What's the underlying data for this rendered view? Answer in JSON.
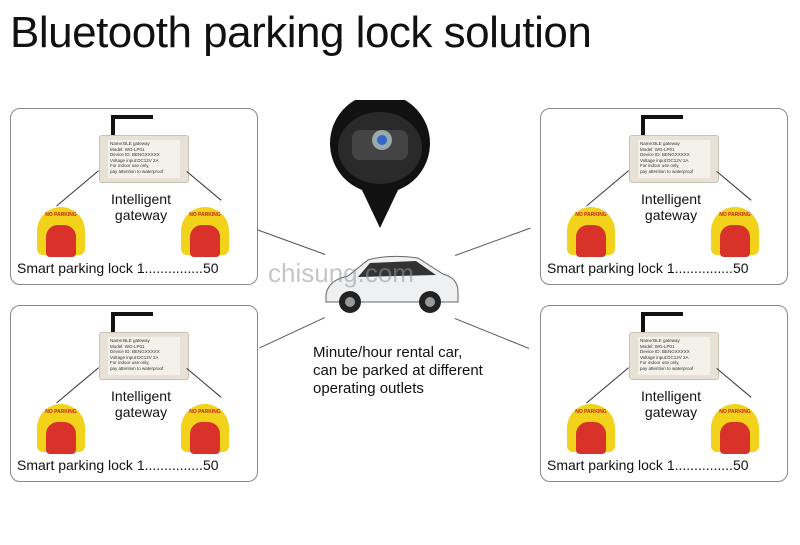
{
  "title": "Bluetooth  parking lock solution",
  "watermark": "chisung.com",
  "center_text": [
    "Minute/hour rental car,",
    "can be parked at different",
    "operating outlets"
  ],
  "gateway_label": [
    "Name:BLE gateway",
    "Model: WG-LP01",
    "Device ID: BENGXXXXX",
    "Voltage input:DC12V 2A",
    "For indoor use only,",
    "pay attention to waterproof"
  ],
  "lock_text": "NO PARKING",
  "panels": [
    {
      "gateway": [
        "Intelligent",
        "gateway"
      ],
      "caption": "Smart parking lock 1...............50"
    },
    {
      "gateway": [
        "Intelligent",
        "gateway"
      ],
      "caption": "Smart parking lock 1...............50"
    },
    {
      "gateway": [
        "Intelligent",
        "gateway"
      ],
      "caption": "Smart parking lock 1...............50"
    },
    {
      "gateway": [
        "Intelligent",
        "gateway"
      ],
      "caption": "Smart parking lock 1...............50"
    }
  ],
  "colors": {
    "lock_yellow": "#f2d21b",
    "lock_red": "#d8322a"
  }
}
